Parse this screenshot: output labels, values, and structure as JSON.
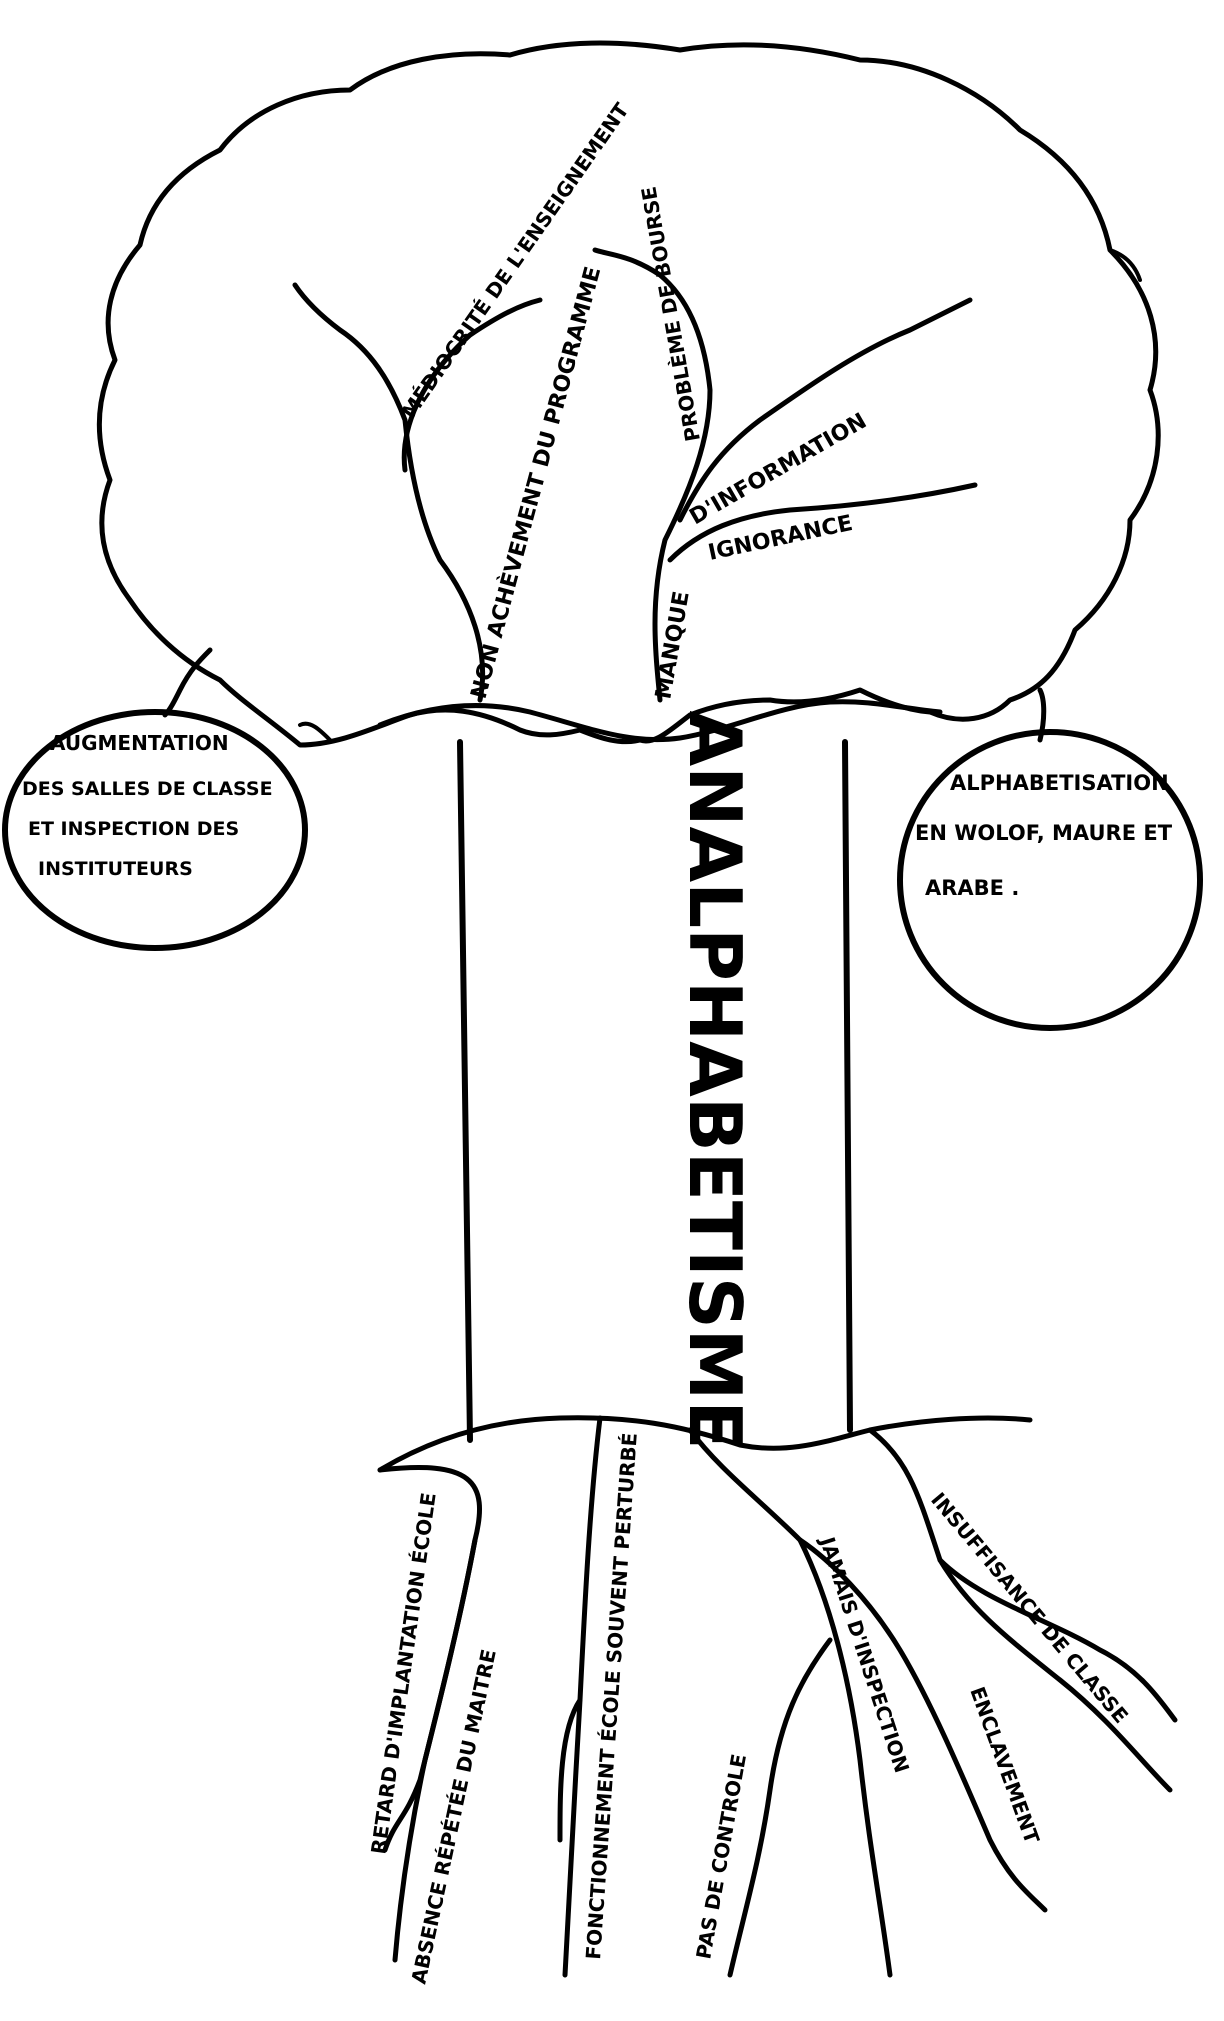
{
  "trunk": {
    "title": "ANALPHABETISME"
  },
  "branches": {
    "b1": "NON ACHÈVEMENT DU PROGRAMME",
    "b2": "MÉDIOCRITÉ DE L'ENSEIGNEMENT",
    "b3": "PROBLÈME DE BOURSE",
    "b4": "MANQUE",
    "b5": "D'INFORMATION",
    "b6": "IGNORANCE"
  },
  "fruits": {
    "left": {
      "line1": "AUGMENTATION",
      "line2": "DES SALLES DE CLASSE",
      "line3": "ET INSPECTION DES",
      "line4": "INSTITUTEURS"
    },
    "right": {
      "line1": "ALPHABETISATION",
      "line2": "EN WOLOF, MAURE ET",
      "line3": "ARABE ."
    }
  },
  "roots": {
    "r1": "RETARD D'IMPLANTATION ÉCOLE",
    "r2": "ABSENCE RÉPÉTÉE DU MAITRE",
    "r3": "FONCTIONNEMENT ÉCOLE SOUVENT PERTURBÉ",
    "r4": "PAS DE CONTROLE",
    "r5": "JAMAIS D'INSPECTION",
    "r6": "ENCLAVEMENT",
    "r7": "INSUFFISANCE DE CLASSE"
  },
  "colors": {
    "ink": "#000000",
    "paper": "#ffffff"
  }
}
